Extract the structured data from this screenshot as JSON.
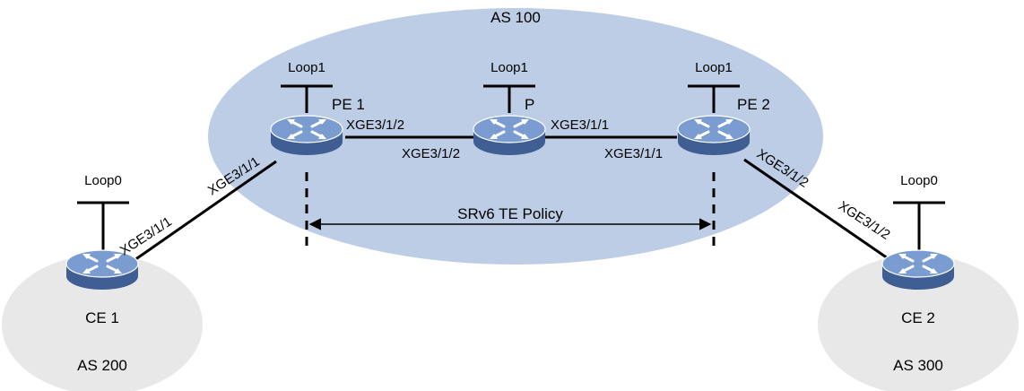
{
  "colors": {
    "as100_fill": "#bdcde6",
    "edge_as_fill": "#e8e8e8",
    "router_top": "#7b9cd0",
    "router_side": "#3f5f94"
  },
  "areas": {
    "as100": "AS 100",
    "as200": "AS 200",
    "as300": "AS 300"
  },
  "devices": {
    "ce1": "CE 1",
    "pe1": "PE 1",
    "p": "P",
    "pe2": "PE 2",
    "ce2": "CE 2"
  },
  "loopbacks": {
    "ce1": "Loop0",
    "pe1": "Loop1",
    "p": "Loop1",
    "pe2": "Loop1",
    "ce2": "Loop0"
  },
  "interfaces": {
    "ce1_to_pe1": "XGE3/1/1",
    "pe1_to_ce1": "XGE3/1/1",
    "pe1_to_p": "XGE3/1/2",
    "p_to_pe1": "XGE3/1/2",
    "p_to_pe2": "XGE3/1/1",
    "pe2_to_p": "XGE3/1/1",
    "pe2_to_ce2": "XGE3/1/2",
    "ce2_to_pe2": "XGE3/1/2"
  },
  "policy": {
    "label": "SRv6 TE Policy"
  }
}
